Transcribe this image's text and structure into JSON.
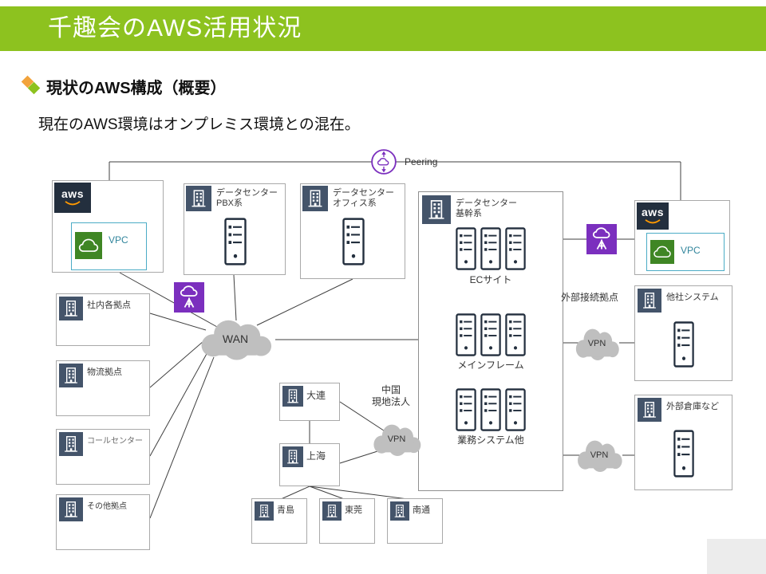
{
  "slide": {
    "title": "千趣会のAWS活用状況",
    "heading": "現状のAWS構成（概要）",
    "intro": "現在のAWS環境はオンプレミス環境との混在。"
  },
  "diagram": {
    "peering_label": "Peering",
    "wan_label": "WAN",
    "aws_left": {
      "logo_text": "aws",
      "vpc_label": "VPC"
    },
    "aws_right": {
      "logo_text": "aws",
      "vpc_label": "VPC"
    },
    "dc_pbx": {
      "line1": "データセンター",
      "line2": "PBX系"
    },
    "dc_office": {
      "line1": "データセンター",
      "line2": "オフィス系"
    },
    "dc_core": {
      "line1": "データセンター",
      "line2": "基幹系",
      "groups": [
        {
          "label": "ECサイト"
        },
        {
          "label": "メインフレーム"
        },
        {
          "label": "業務システム他"
        }
      ]
    },
    "left_sites": [
      {
        "label": "社内各拠点"
      },
      {
        "label": "物流拠点"
      },
      {
        "label": "コールセンター"
      },
      {
        "label": "その他拠点"
      }
    ],
    "china": {
      "caption_line1": "中国",
      "caption_line2": "現地法人",
      "vpn_label": "VPN",
      "sites": [
        {
          "label": "大連"
        },
        {
          "label": "上海"
        }
      ],
      "sub_sites": [
        {
          "label": "青島"
        },
        {
          "label": "東莞"
        },
        {
          "label": "南通"
        }
      ]
    },
    "right_side": {
      "external_label": "外部接続拠点",
      "vpn_upper_label": "VPN",
      "vpn_lower_label": "VPN",
      "partner_label": "他社システム",
      "warehouse_label": "外部倉庫など"
    },
    "colors": {
      "header_green": "#8DC21F",
      "aws_navy": "#232F3E",
      "aws_orange": "#FF9900",
      "vpc_green": "#3F8624",
      "network_purple": "#7B2FBE",
      "building_slate": "#44546A",
      "cloud_gray": "#BFBFBF",
      "vpc_teal": "#31859C"
    }
  }
}
